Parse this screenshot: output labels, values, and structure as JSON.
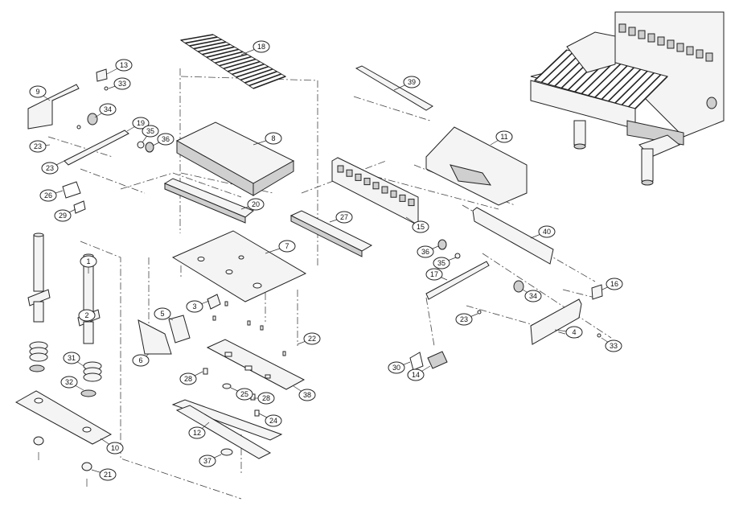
{
  "callouts": [
    {
      "label": "1"
    },
    {
      "label": "2"
    },
    {
      "label": "3"
    },
    {
      "label": "4"
    },
    {
      "label": "5"
    },
    {
      "label": "6"
    },
    {
      "label": "7"
    },
    {
      "label": "8"
    },
    {
      "label": "9"
    },
    {
      "label": "10"
    },
    {
      "label": "11"
    },
    {
      "label": "12"
    },
    {
      "label": "13"
    },
    {
      "label": "14"
    },
    {
      "label": "15"
    },
    {
      "label": "16"
    },
    {
      "label": "17"
    },
    {
      "label": "18"
    },
    {
      "label": "19"
    },
    {
      "label": "20"
    },
    {
      "label": "21"
    },
    {
      "label": "22"
    },
    {
      "label": "23"
    },
    {
      "label": "23"
    },
    {
      "label": "23"
    },
    {
      "label": "24"
    },
    {
      "label": "25"
    },
    {
      "label": "26"
    },
    {
      "label": "27"
    },
    {
      "label": "28"
    },
    {
      "label": "28"
    },
    {
      "label": "29"
    },
    {
      "label": "30"
    },
    {
      "label": "31"
    },
    {
      "label": "32"
    },
    {
      "label": "33"
    },
    {
      "label": "33"
    },
    {
      "label": "34"
    },
    {
      "label": "34"
    },
    {
      "label": "35"
    },
    {
      "label": "35"
    },
    {
      "label": "36"
    },
    {
      "label": "36"
    },
    {
      "label": "37"
    },
    {
      "label": "38"
    },
    {
      "label": "39"
    },
    {
      "label": "40"
    }
  ]
}
